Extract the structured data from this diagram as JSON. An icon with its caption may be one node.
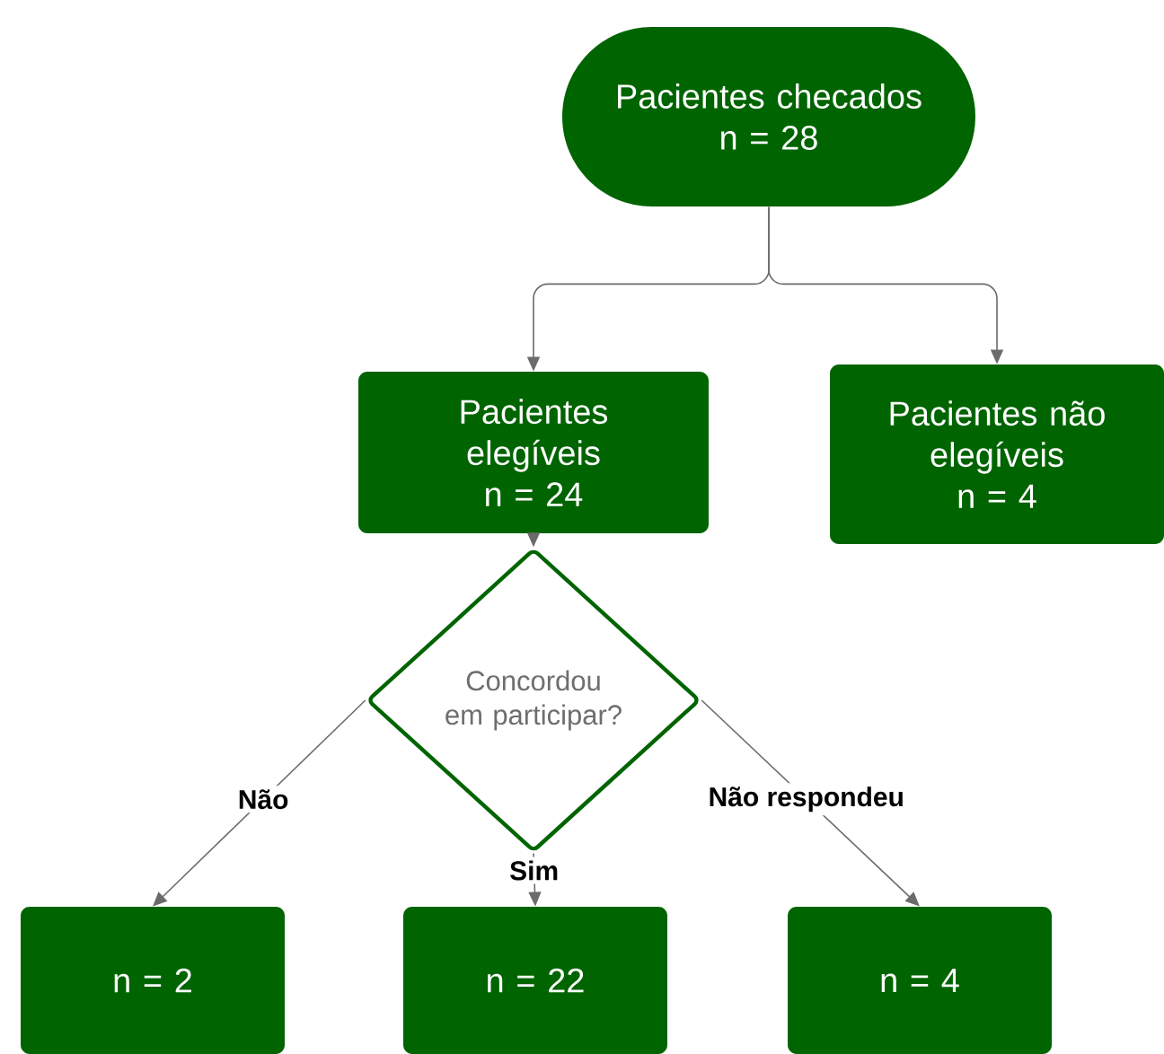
{
  "diagram": {
    "nodes": [
      {
        "text": [
          "Pacientes checados",
          "n = 28"
        ]
      },
      {
        "text": [
          "Pacientes elegíveis",
          "n = 24"
        ]
      },
      {
        "text": [
          "Pacientes não elegíveis",
          "n = 4"
        ]
      },
      {
        "text": [
          "Concordou em participar?"
        ]
      },
      {
        "text": [
          "n = 2"
        ]
      },
      {
        "text": [
          "n = 22"
        ]
      },
      {
        "text": [
          "n = 4"
        ]
      }
    ],
    "edges": [
      {
        "from": 0,
        "to": 1,
        "arrow": "to"
      },
      {
        "from": 0,
        "to": 2,
        "arrow": "to"
      },
      {
        "from": 1,
        "to": 3,
        "arrow": "to"
      },
      {
        "from": 3,
        "to": 4,
        "arrow": "to",
        "label": "Não"
      },
      {
        "from": 3,
        "to": 5,
        "arrow": "to",
        "label": "Sim"
      },
      {
        "from": 3,
        "to": 6,
        "arrow": "to",
        "label": "Não respondeu"
      }
    ]
  }
}
